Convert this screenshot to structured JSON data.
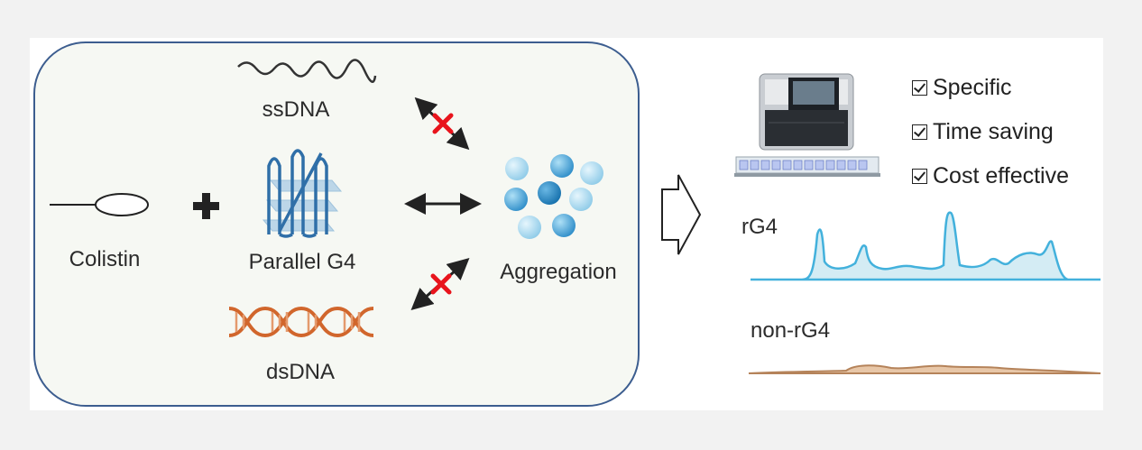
{
  "labels": {
    "colistin": "Colistin",
    "ssdna": "ssDNA",
    "parallel_g4": "Parallel G4",
    "dsdna": "dsDNA",
    "aggregation": "Aggregation",
    "rg4": "rG4",
    "non_rg4": "non-rG4"
  },
  "benefits": [
    {
      "label": "Specific",
      "checked": true
    },
    {
      "label": "Time saving",
      "checked": true
    },
    {
      "label": "Cost effective",
      "checked": true
    }
  ],
  "colors": {
    "panel_border": "#3c5d8f",
    "panel_fill": "#f6f8f3",
    "bead_blue": "#2f8ec9",
    "no_interaction_mark": "#e8141c",
    "rg4_trace": "#43b1dc",
    "non_rg4_trace": "#b5835a",
    "dsdna": "#d1662c",
    "g4_strand": "#2f6fa8"
  },
  "icons": [
    "plus-icon",
    "hollow-arrow-icon",
    "sequencer-icon",
    "no-interaction-icon"
  ]
}
